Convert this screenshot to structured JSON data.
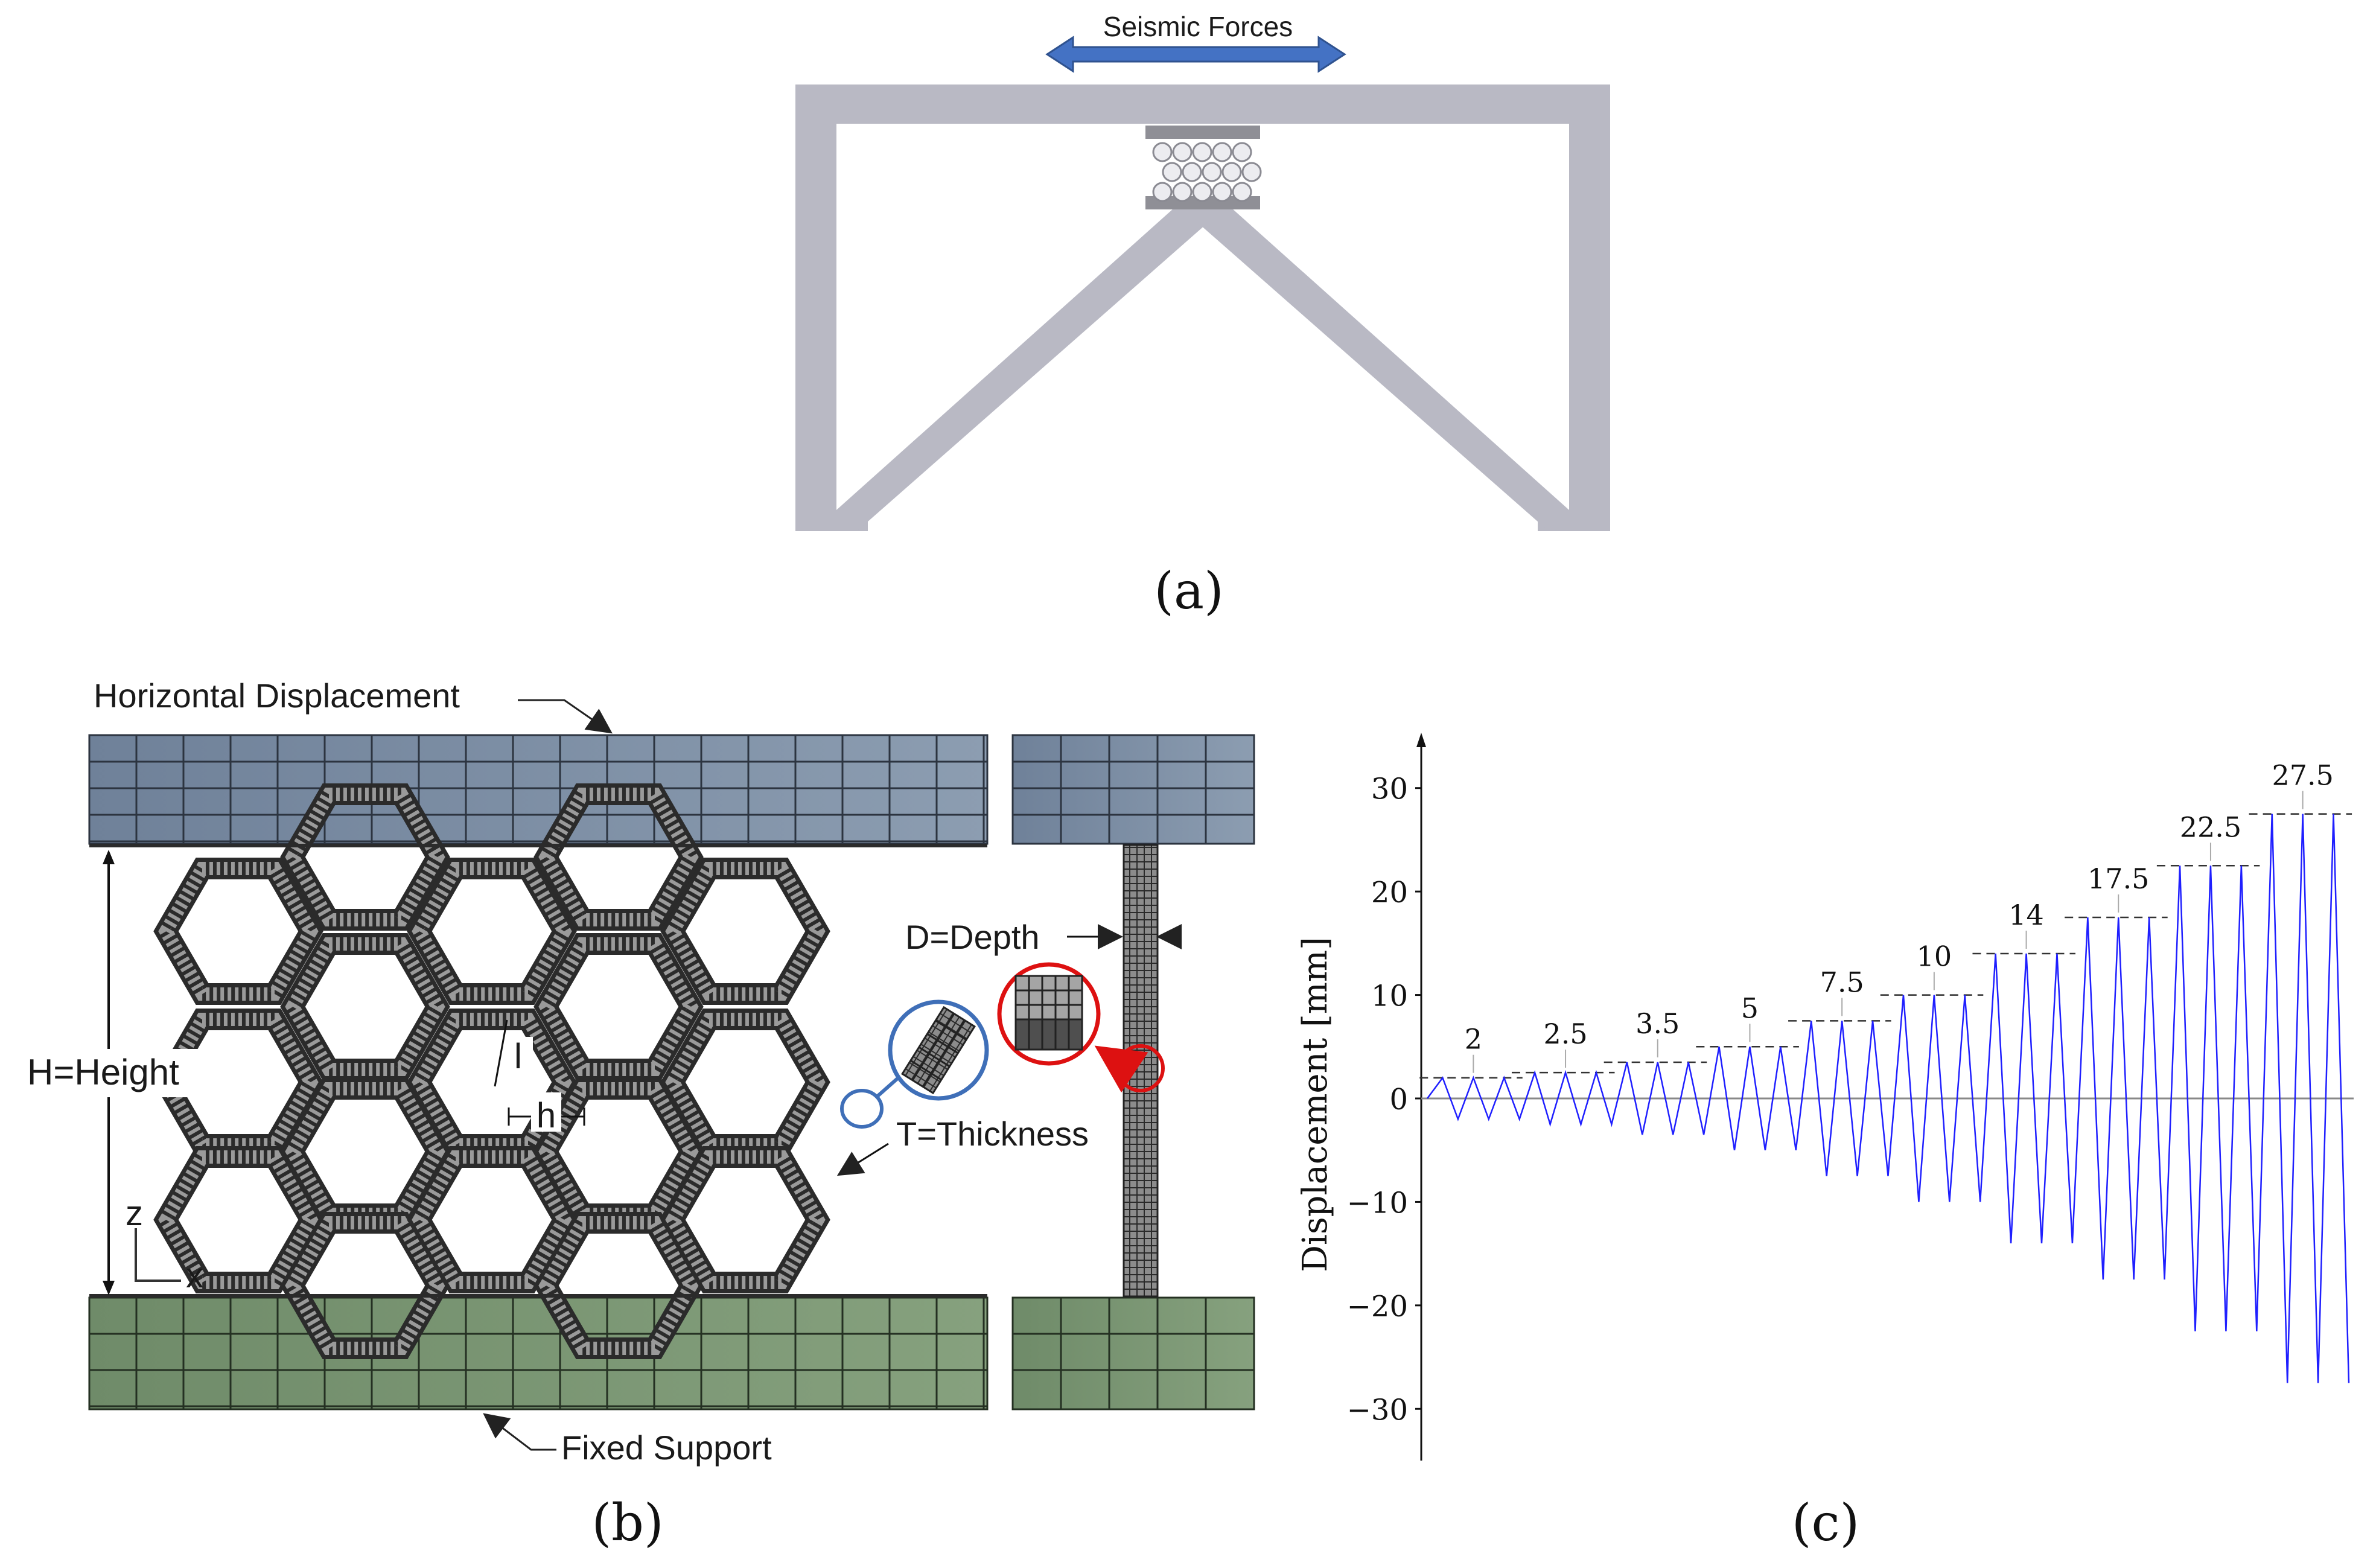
{
  "panel_a": {
    "seismic_label": "Seismic Forces",
    "caption": "(a)"
  },
  "panel_b": {
    "horizontal_displacement": "Horizontal Displacement",
    "fixed_support": "Fixed Support",
    "height_label": "H=Height",
    "depth_label": "D=Depth",
    "thickness_label": "T=Thickness",
    "h_label": "h",
    "l_label": "l",
    "axis_z": "z",
    "axis_x": "x",
    "caption": "(b)",
    "colors": {
      "top_plate": "#7b8da3",
      "bottom_plate": "#7a9575",
      "mesh": "#4a4a4a"
    }
  },
  "panel_c": {
    "caption": "(c)"
  },
  "chart_data": {
    "type": "line",
    "ylabel": "Displacement [mm]",
    "xlabel": "",
    "ylim": [
      -35,
      35
    ],
    "yticks": [
      -30,
      -20,
      -10,
      0,
      10,
      20,
      30
    ],
    "amplitude_labels": [
      "2",
      "2.5",
      "3.5",
      "5",
      "7.5",
      "10",
      "14",
      "17.5",
      "22.5",
      "27.5"
    ],
    "series": [
      {
        "color": "#1f1fff",
        "cycles": [
          {
            "amplitude": 2,
            "count": 3
          },
          {
            "amplitude": 2.5,
            "count": 3
          },
          {
            "amplitude": 3.5,
            "count": 3
          },
          {
            "amplitude": 5,
            "count": 3
          },
          {
            "amplitude": 7.5,
            "count": 3
          },
          {
            "amplitude": 10,
            "count": 3
          },
          {
            "amplitude": 14,
            "count": 3
          },
          {
            "amplitude": 17.5,
            "count": 3
          },
          {
            "amplitude": 22.5,
            "count": 3
          },
          {
            "amplitude": 27.5,
            "count": 3
          }
        ]
      }
    ]
  }
}
